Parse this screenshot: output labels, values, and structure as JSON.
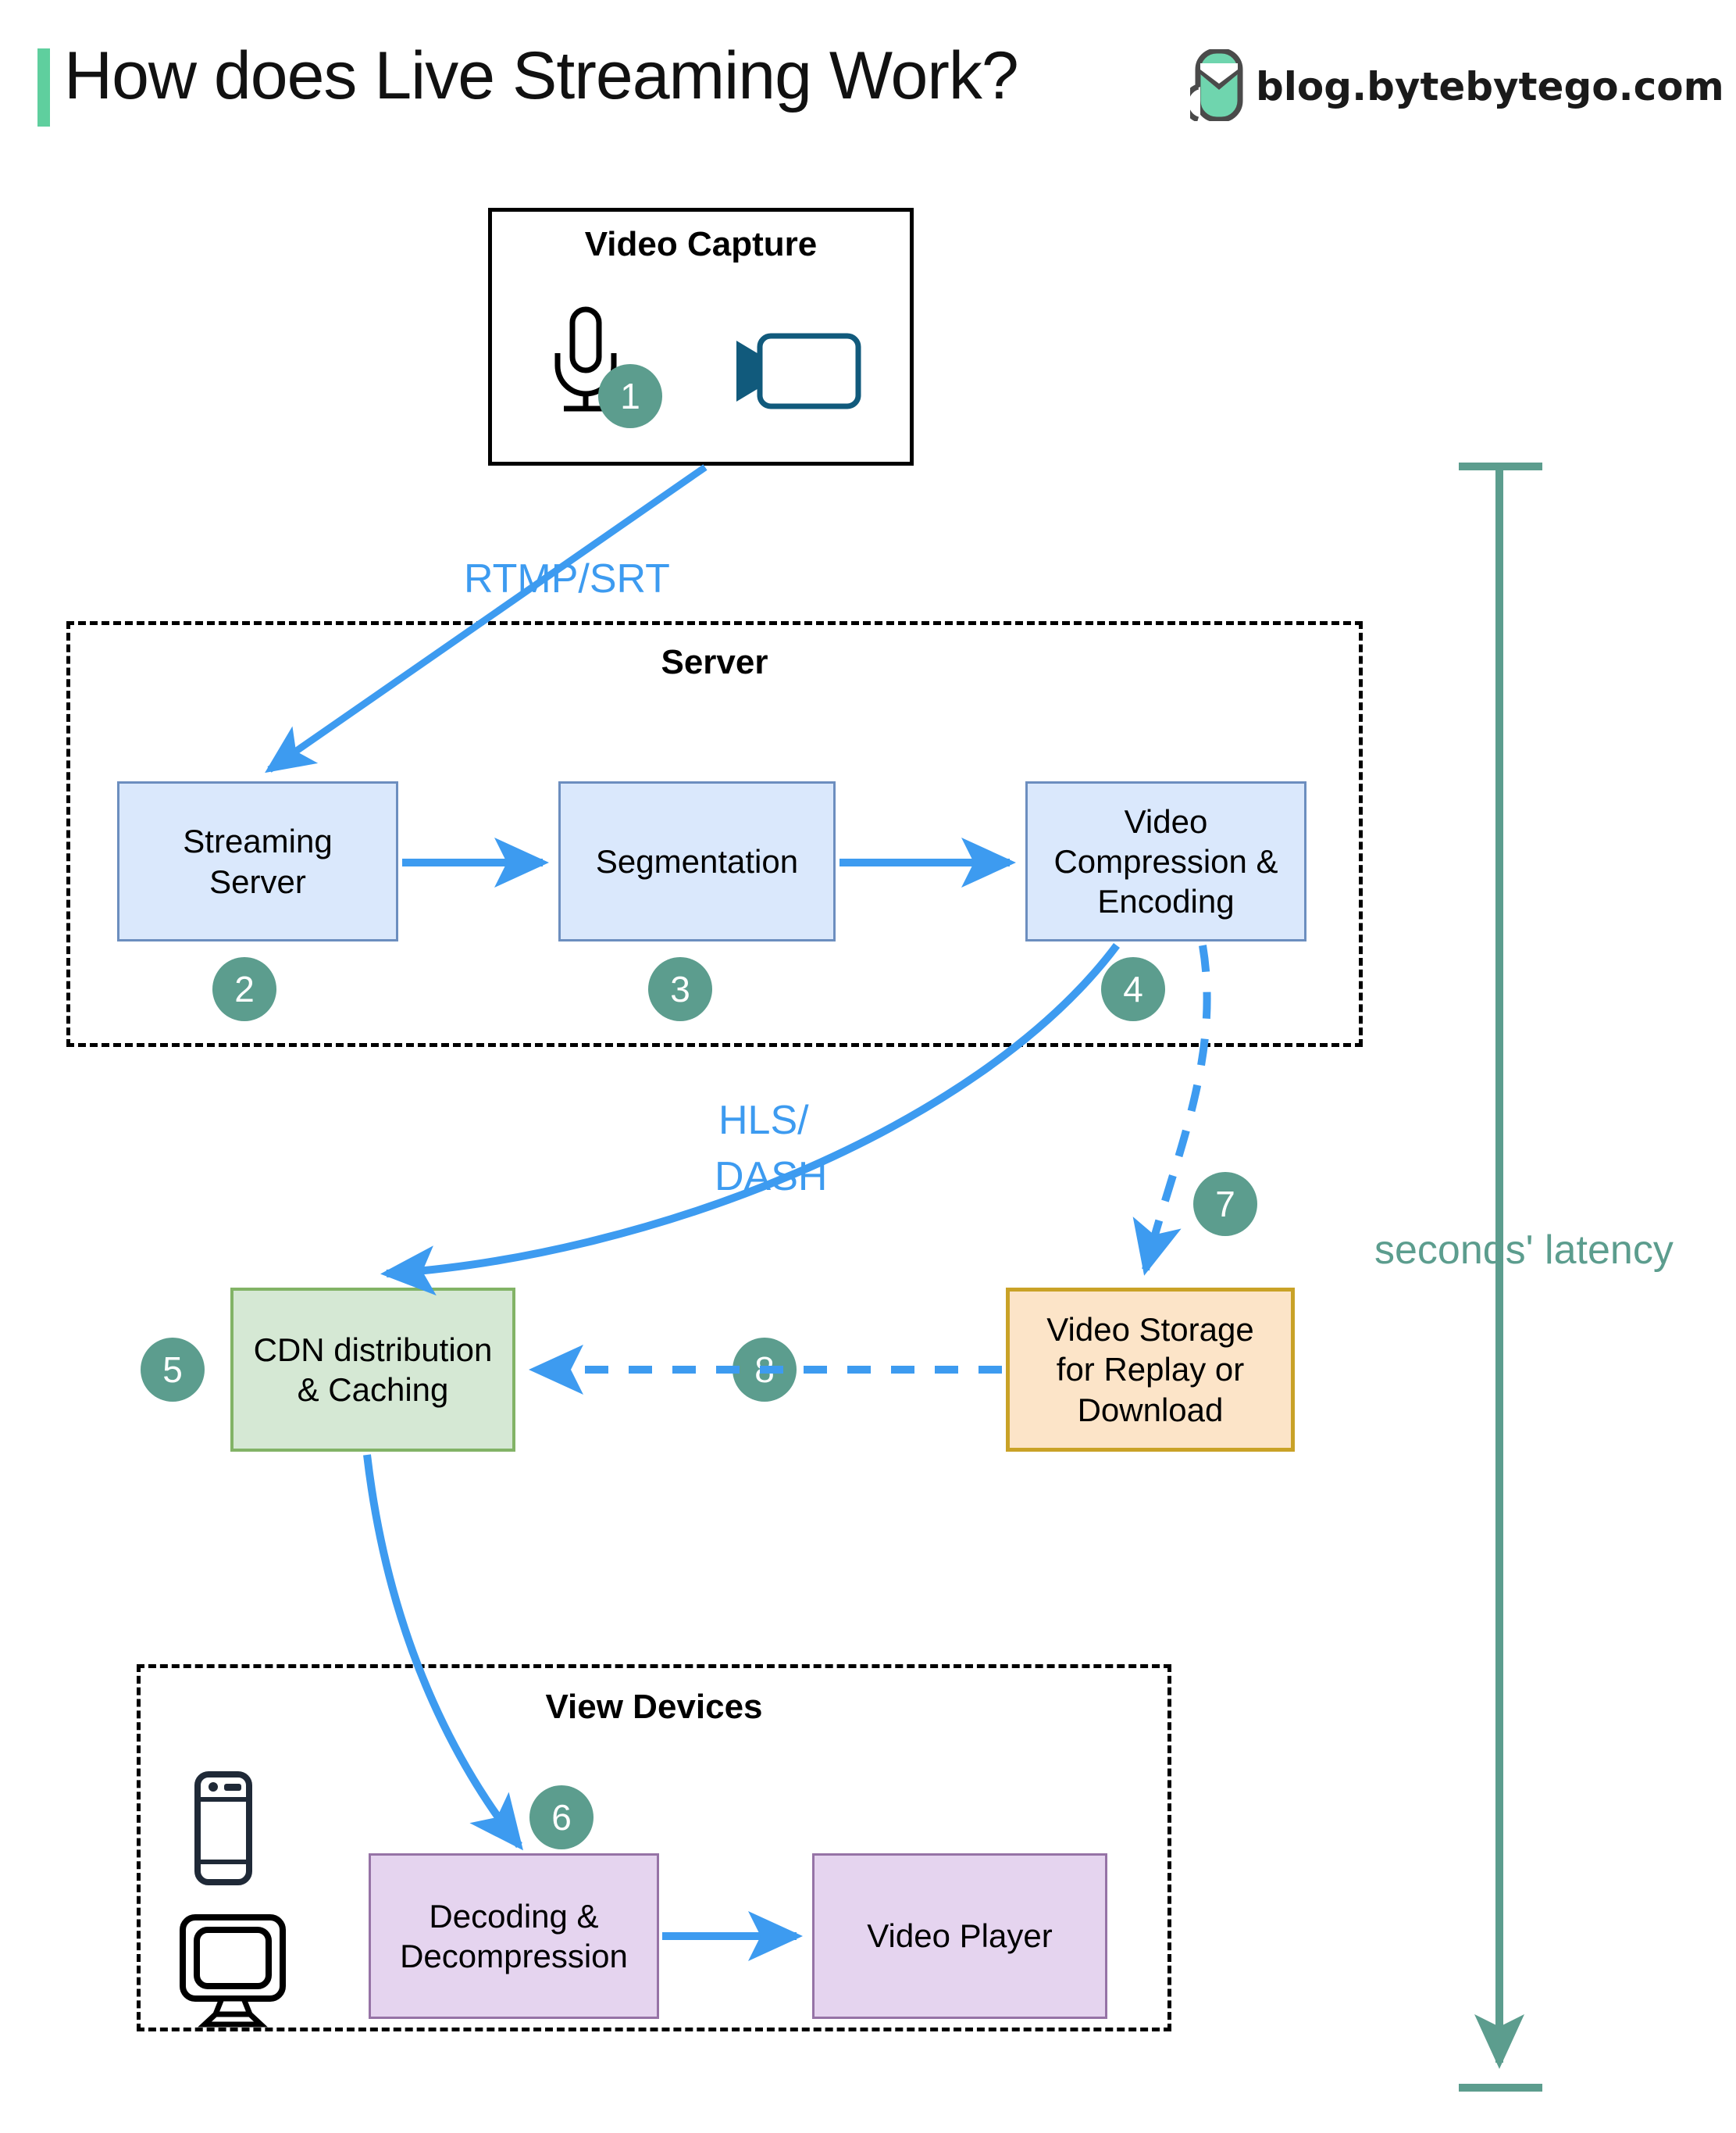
{
  "header": {
    "title": "How does Live Streaming Work?",
    "site_url": "blog.bytebytego.com",
    "accent_color": "#5fcf9e",
    "logo_icon": "bytebytego-logo-icon"
  },
  "groups": {
    "video_capture": {
      "title": "Video Capture",
      "border": "solid-black"
    },
    "server": {
      "title": "Server",
      "border": "dashed-black"
    },
    "view_devices": {
      "title": "View Devices",
      "border": "dashed-black"
    }
  },
  "nodes": {
    "streaming_server": {
      "label": "Streaming\nServer",
      "fill": "#dae8fc",
      "stroke": "#6c8ebf"
    },
    "segmentation": {
      "label": "Segmentation",
      "fill": "#dae8fc",
      "stroke": "#6c8ebf"
    },
    "compression": {
      "label": "Video\nCompression &\nEncoding",
      "fill": "#dae8fc",
      "stroke": "#6c8ebf"
    },
    "cdn": {
      "label": "CDN distribution\n& Caching",
      "fill": "#d5e8d4",
      "stroke": "#82b366"
    },
    "storage": {
      "label": "Video Storage\nfor Replay or\nDownload",
      "fill": "#fce4c8",
      "stroke": "#c9a227"
    },
    "decoding": {
      "label": "Decoding &\nDecompression",
      "fill": "#e5d4ef",
      "stroke": "#9673a6"
    },
    "player": {
      "label": "Video Player",
      "fill": "#e5d4ef",
      "stroke": "#9673a6"
    }
  },
  "badges": [
    {
      "n": "1"
    },
    {
      "n": "2"
    },
    {
      "n": "3"
    },
    {
      "n": "4"
    },
    {
      "n": "5"
    },
    {
      "n": "6"
    },
    {
      "n": "7"
    },
    {
      "n": "8"
    }
  ],
  "edge_labels": {
    "rtmp_srt": "RTMP/SRT",
    "hls_line1": "HLS/",
    "hls_line2": "DASH"
  },
  "annotation": {
    "latency": "seconds' latency",
    "latency_color": "#5c9d8e"
  },
  "icons": {
    "microphone": "microphone-icon",
    "video_camera": "video-camera-icon",
    "smartphone": "smartphone-icon",
    "monitor": "monitor-icon"
  },
  "colors": {
    "arrow_blue": "#3d9bf0",
    "badge_teal": "#5c9d8e",
    "latency_teal": "#5c9d8e"
  }
}
